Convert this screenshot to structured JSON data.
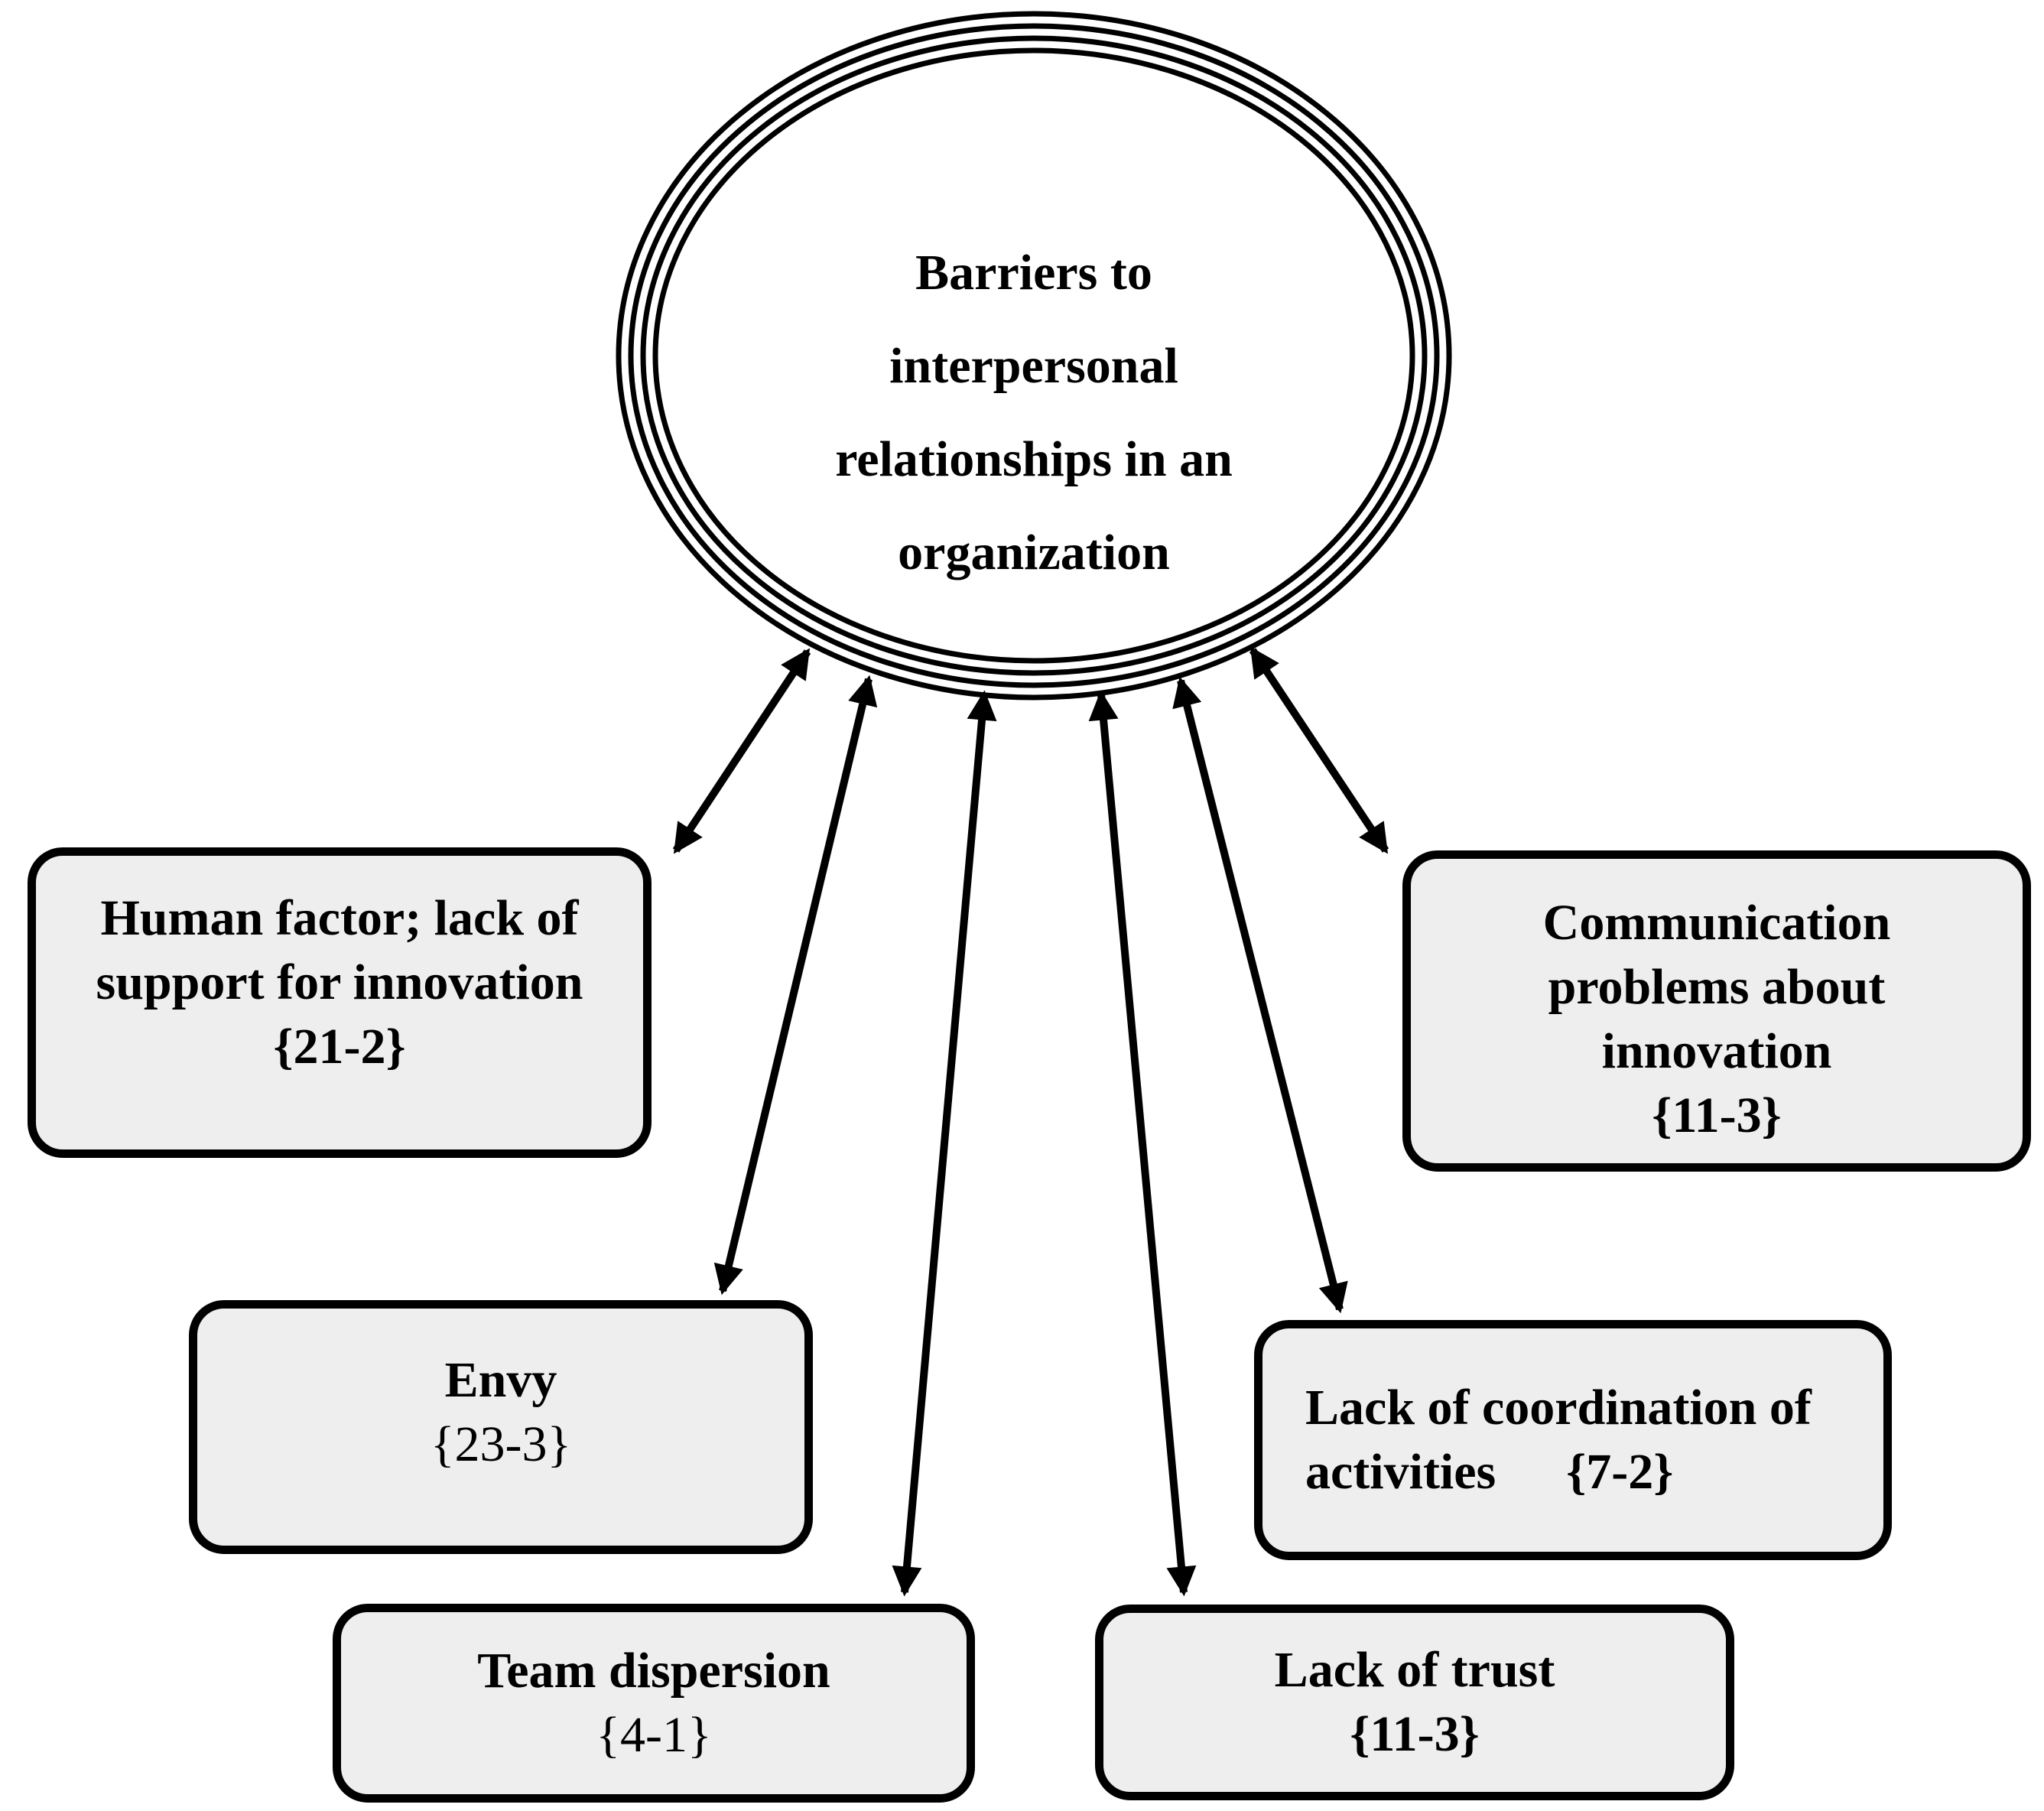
{
  "diagram": {
    "title": "Barriers to interpersonal relationships diagram",
    "colors": {
      "background": "#ffffff",
      "box_fill": "#eeeeee",
      "line": "#000000"
    },
    "center": {
      "label": "Barriers to interpersonal relationships in an organization",
      "label_lines": [
        "Barriers to",
        "interpersonal",
        "relationships in an",
        "organization"
      ]
    },
    "boxes": {
      "human_factor": {
        "lines": [
          "Human factor; lack of",
          "support for innovation",
          "{21-2}"
        ]
      },
      "communication": {
        "lines": [
          "Communication",
          "problems about",
          "innovation",
          "{11-3}"
        ]
      },
      "envy": {
        "lines": [
          "Envy",
          "{23-3}"
        ]
      },
      "coordination": {
        "lines": [
          "Lack of coordination of",
          "activities",
          "{7-2}"
        ]
      },
      "team_dispersion": {
        "lines": [
          "Team dispersion",
          "{4-1}"
        ]
      },
      "lack_of_trust": {
        "lines": [
          "Lack of trust",
          "{11-3}"
        ]
      }
    }
  }
}
